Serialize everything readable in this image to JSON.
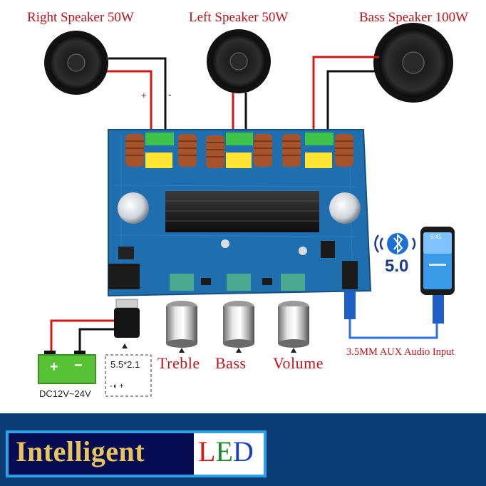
{
  "speakers": {
    "right_label": "Right Speaker 50W",
    "left_label": "Left Speaker 50W",
    "bass_label": "Bass Speaker 100W",
    "plus_sign": "+",
    "minus_sign": "-"
  },
  "controls": {
    "treble_label": "Treble",
    "bass_label": "Bass",
    "volume_label": "Volume"
  },
  "aux": {
    "label": "3.5MM AUX Audio Input"
  },
  "bluetooth": {
    "version": "5.0",
    "icon": "bluetooth-icon",
    "phone_time": "9:41"
  },
  "power": {
    "jack_size": "5.5*2.1",
    "polarity": "-◖ +",
    "voltage": "DC12V~24V",
    "battery_plus": "+",
    "battery_minus": "−"
  },
  "brand": {
    "word1": "Intelligent",
    "word2_letters": [
      "L",
      "E",
      "D"
    ],
    "word2_colors": [
      "#d11a1a",
      "#1a8a2a",
      "#1a3ec8"
    ],
    "word1_color": "#e8c55a",
    "banner_color": "#0b3c73"
  },
  "colors": {
    "pcb": "#1f6fae",
    "wire_red": "#d01818",
    "wire_black": "#111111",
    "wire_blue": "#2d6fe0",
    "battery_green": "#57c234",
    "label_red": "#c0141b"
  }
}
